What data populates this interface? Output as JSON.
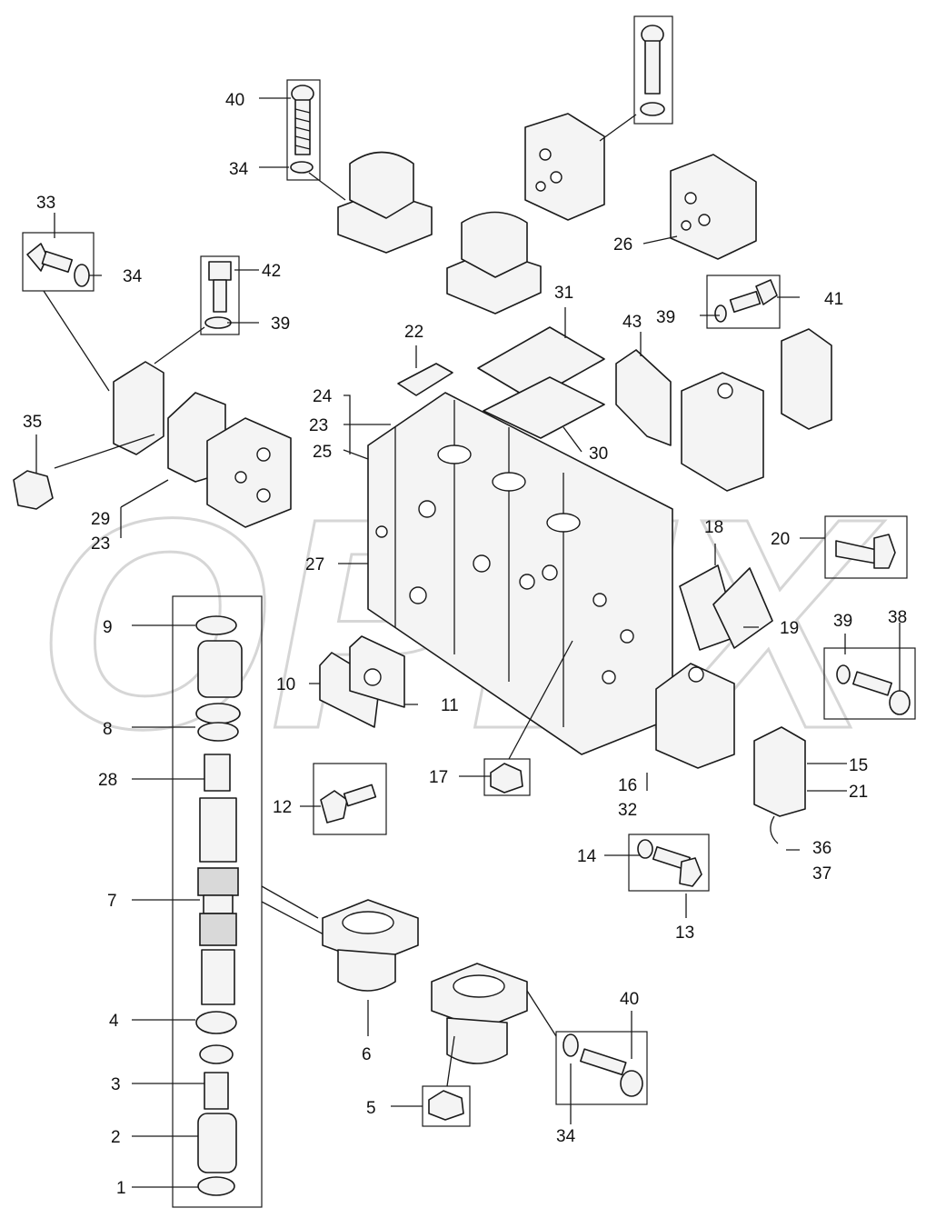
{
  "watermark": "OPEX",
  "callouts": [
    {
      "id": "c1",
      "label": "1"
    },
    {
      "id": "c2",
      "label": "2"
    },
    {
      "id": "c3",
      "label": "3"
    },
    {
      "id": "c4",
      "label": "4"
    },
    {
      "id": "c5",
      "label": "5"
    },
    {
      "id": "c6",
      "label": "6"
    },
    {
      "id": "c7",
      "label": "7"
    },
    {
      "id": "c8",
      "label": "8"
    },
    {
      "id": "c9",
      "label": "9"
    },
    {
      "id": "c10",
      "label": "10"
    },
    {
      "id": "c11",
      "label": "11"
    },
    {
      "id": "c12",
      "label": "12"
    },
    {
      "id": "c13",
      "label": "13"
    },
    {
      "id": "c14",
      "label": "14"
    },
    {
      "id": "c15",
      "label": "15"
    },
    {
      "id": "c16",
      "label": "16"
    },
    {
      "id": "c17",
      "label": "17"
    },
    {
      "id": "c18",
      "label": "18"
    },
    {
      "id": "c19",
      "label": "19"
    },
    {
      "id": "c20",
      "label": "20"
    },
    {
      "id": "c21",
      "label": "21"
    },
    {
      "id": "c22",
      "label": "22"
    },
    {
      "id": "c23a",
      "label": "23"
    },
    {
      "id": "c23b",
      "label": "23"
    },
    {
      "id": "c24",
      "label": "24"
    },
    {
      "id": "c25",
      "label": "25"
    },
    {
      "id": "c26",
      "label": "26"
    },
    {
      "id": "c27",
      "label": "27"
    },
    {
      "id": "c28",
      "label": "28"
    },
    {
      "id": "c29",
      "label": "29"
    },
    {
      "id": "c30",
      "label": "30"
    },
    {
      "id": "c31",
      "label": "31"
    },
    {
      "id": "c32",
      "label": "32"
    },
    {
      "id": "c33",
      "label": "33"
    },
    {
      "id": "c34a",
      "label": "34"
    },
    {
      "id": "c34b",
      "label": "34"
    },
    {
      "id": "c34c",
      "label": "34"
    },
    {
      "id": "c35",
      "label": "35"
    },
    {
      "id": "c36",
      "label": "36"
    },
    {
      "id": "c37",
      "label": "37"
    },
    {
      "id": "c38",
      "label": "38"
    },
    {
      "id": "c39a",
      "label": "39"
    },
    {
      "id": "c39b",
      "label": "39"
    },
    {
      "id": "c39c",
      "label": "39"
    },
    {
      "id": "c40a",
      "label": "40"
    },
    {
      "id": "c40b",
      "label": "40"
    },
    {
      "id": "c41",
      "label": "41"
    },
    {
      "id": "c42",
      "label": "42"
    },
    {
      "id": "c43",
      "label": "43"
    }
  ]
}
